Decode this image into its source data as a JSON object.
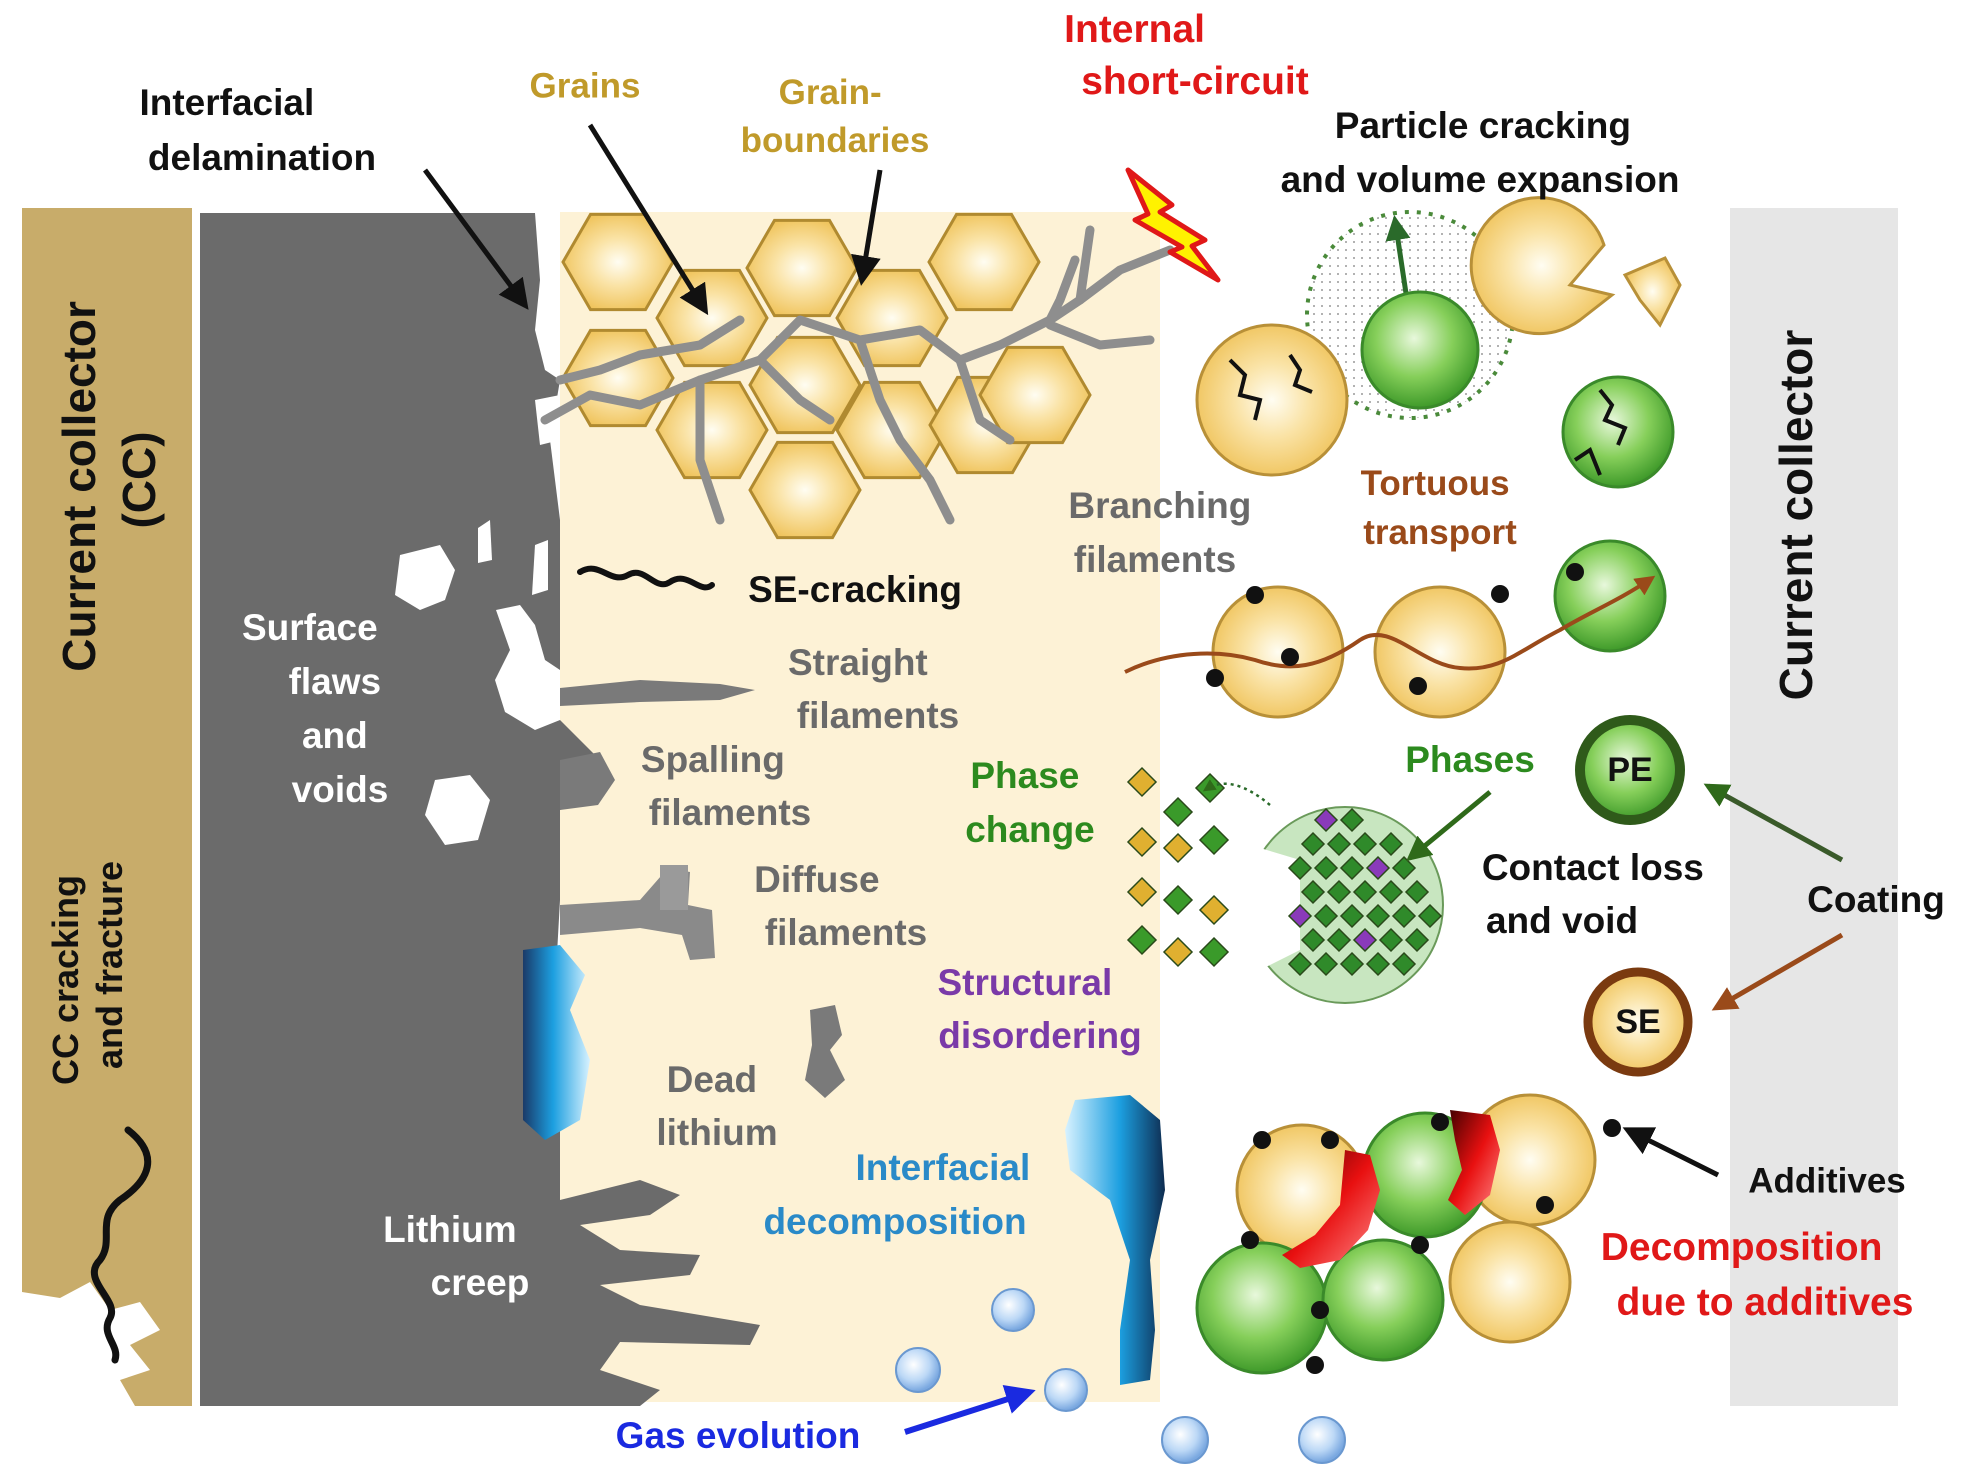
{
  "labels": {
    "interfacial_delamination": [
      "Interfacial",
      "delamination"
    ],
    "grains": "Grains",
    "grain_boundaries": [
      "Grain-",
      "boundaries"
    ],
    "internal_short_circuit": [
      "Internal",
      "short-circuit"
    ],
    "particle_cracking": [
      "Particle cracking",
      "and volume expansion"
    ],
    "current_collector_left": [
      "Current collector",
      "(CC)"
    ],
    "current_collector_right": "Current collector",
    "cc_cracking": [
      "CC cracking",
      "and fracture"
    ],
    "tortuous_transport": [
      "Tortuous",
      "transport"
    ],
    "branching_filaments": [
      "Branching",
      "filaments"
    ],
    "se_cracking": "SE-cracking",
    "surface_flaws": [
      "Surface",
      "flaws",
      "and",
      "voids"
    ],
    "straight_filaments": [
      "Straight",
      "filaments"
    ],
    "spalling_filaments": [
      "Spalling",
      "filaments"
    ],
    "phase_change": [
      "Phase",
      "change"
    ],
    "phases": "Phases",
    "pe": "PE",
    "contact_loss": [
      "Contact loss",
      "and void"
    ],
    "coating": "Coating",
    "diffuse_filaments": [
      "Diffuse",
      "filaments"
    ],
    "structural_disordering": [
      "Structural",
      "disordering"
    ],
    "se": "SE",
    "dead_lithium": [
      "Dead",
      "lithium"
    ],
    "interfacial_decomposition": [
      "Interfacial",
      "decomposition"
    ],
    "additives": "Additives",
    "lithium_creep": [
      "Lithium",
      "creep"
    ],
    "decomposition_additives": [
      "Decomposition",
      "due to additives"
    ],
    "gas_evolution": "Gas evolution"
  },
  "colors": {
    "collector_left": "#c8ac6a",
    "collector_right": "#e6e6e6",
    "lithium": "#6b6b6b",
    "electrolyte": "#fdf2d6",
    "grain": "#f4cd72",
    "green_particle": "#6fc04a",
    "text_black": "#111111",
    "text_gray": "#6a6a6a",
    "text_white": "#ffffff",
    "text_gold": "#c09a2a",
    "text_red": "#e01818",
    "text_green": "#2c8a1e",
    "text_brown": "#9a4a1a",
    "text_purple": "#7a3aa8",
    "text_blue": "#2a8ac8",
    "text_navy": "#1a2ae0"
  }
}
